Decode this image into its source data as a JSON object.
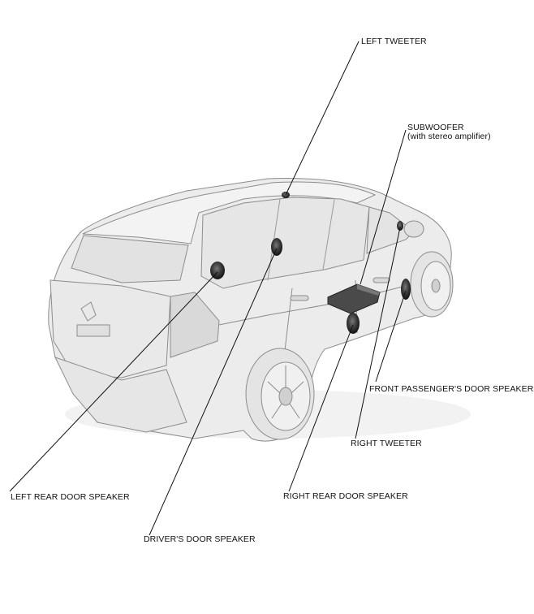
{
  "labels": {
    "left_tweeter": "LEFT TWEETER",
    "subwoofer": "SUBWOOFER",
    "subwoofer_note": "(with stereo amplifier)",
    "front_passenger_door_speaker": "FRONT PASSENGER'S DOOR SPEAKER",
    "right_tweeter": "RIGHT TWEETER",
    "right_rear_door_speaker": "RIGHT REAR DOOR SPEAKER",
    "left_rear_door_speaker": "LEFT REAR DOOR SPEAKER",
    "drivers_door_speaker": "DRIVER'S DOOR SPEAKER"
  },
  "colors": {
    "body_fill": "#ececec",
    "body_stroke": "#8c8c8c",
    "shade": "#d6d6d6",
    "speaker": "#3a3a3a",
    "leader": "#111111"
  }
}
